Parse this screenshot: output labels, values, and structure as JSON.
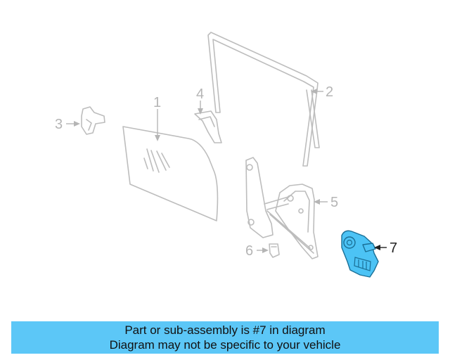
{
  "diagram": {
    "callouts": [
      {
        "number": "1",
        "highlighted": false
      },
      {
        "number": "2",
        "highlighted": false
      },
      {
        "number": "3",
        "highlighted": false
      },
      {
        "number": "4",
        "highlighted": false
      },
      {
        "number": "5",
        "highlighted": false
      },
      {
        "number": "6",
        "highlighted": false
      },
      {
        "number": "7",
        "highlighted": true
      }
    ],
    "colors": {
      "highlight_fill": "#4cc3f5",
      "highlight_stroke": "#1a6f96",
      "part_outline": "#bdbdbd",
      "callout_text": "#b5b5b5",
      "active_callout_text": "#222222"
    }
  },
  "banner": {
    "line1": "Part or sub-assembly is #7 in diagram",
    "line2": "Diagram may not be specific to your vehicle",
    "color": "#5cc7f7"
  }
}
